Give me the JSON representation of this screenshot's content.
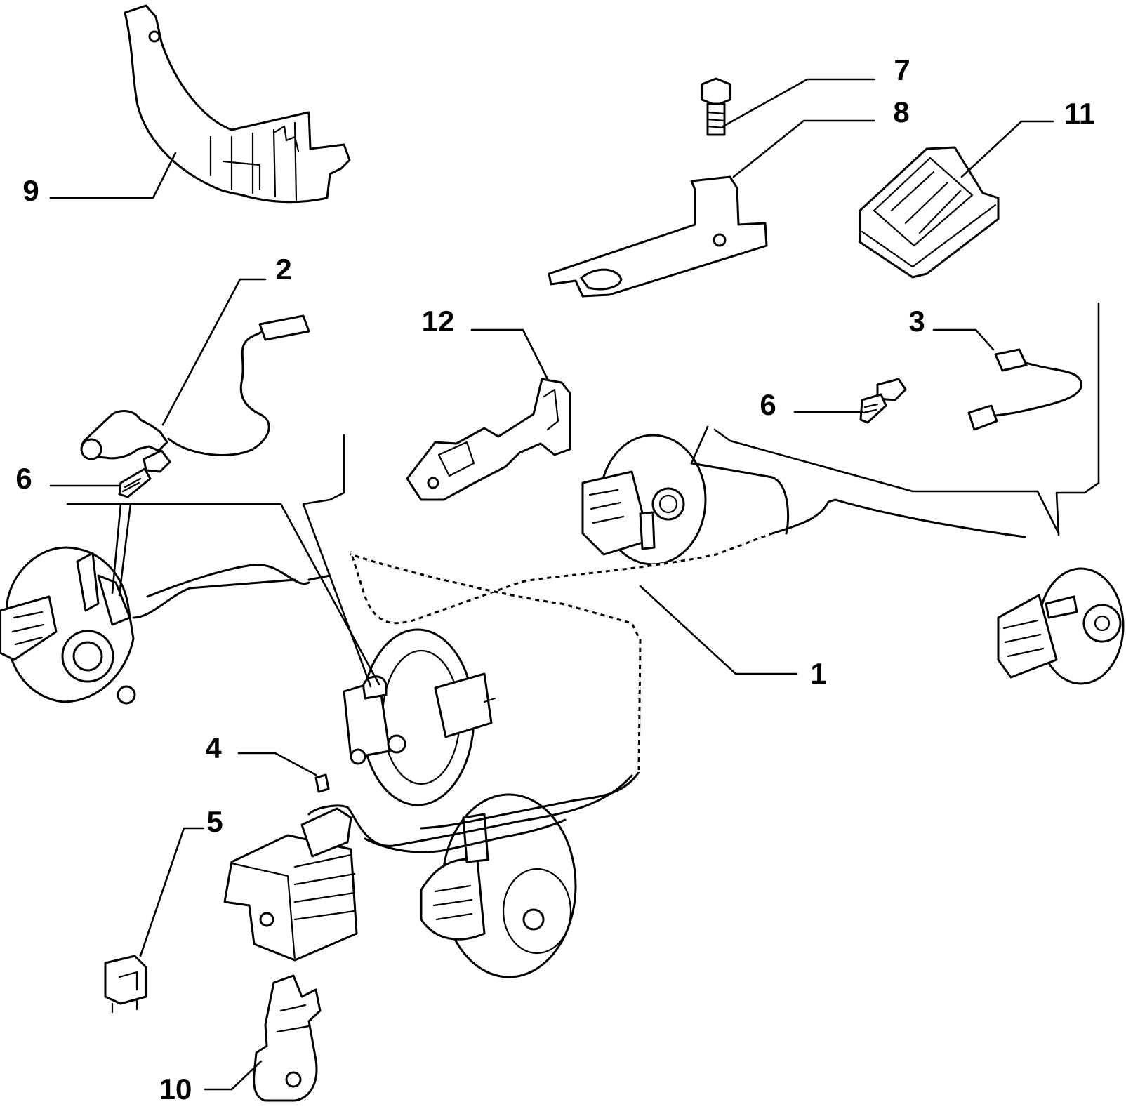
{
  "callouts": [
    {
      "id": "c1",
      "number": "1",
      "part": "brake-pipe-assembly"
    },
    {
      "id": "c2",
      "number": "2",
      "part": "front-abs-sensor"
    },
    {
      "id": "c3",
      "number": "3",
      "part": "rear-abs-sensor"
    },
    {
      "id": "c4",
      "number": "4",
      "part": "small-clip"
    },
    {
      "id": "c5",
      "number": "5",
      "part": "relay-fuse"
    },
    {
      "id": "c6a",
      "number": "6",
      "part": "screw"
    },
    {
      "id": "c6b",
      "number": "6",
      "part": "screw"
    },
    {
      "id": "c7",
      "number": "7",
      "part": "bolt"
    },
    {
      "id": "c8",
      "number": "8",
      "part": "bracket"
    },
    {
      "id": "c9",
      "number": "9",
      "part": "pipe-guard"
    },
    {
      "id": "c10",
      "number": "10",
      "part": "pipe-clip"
    },
    {
      "id": "c11",
      "number": "11",
      "part": "rubber-mount"
    },
    {
      "id": "c12",
      "number": "12",
      "part": "pipe-holder"
    }
  ]
}
